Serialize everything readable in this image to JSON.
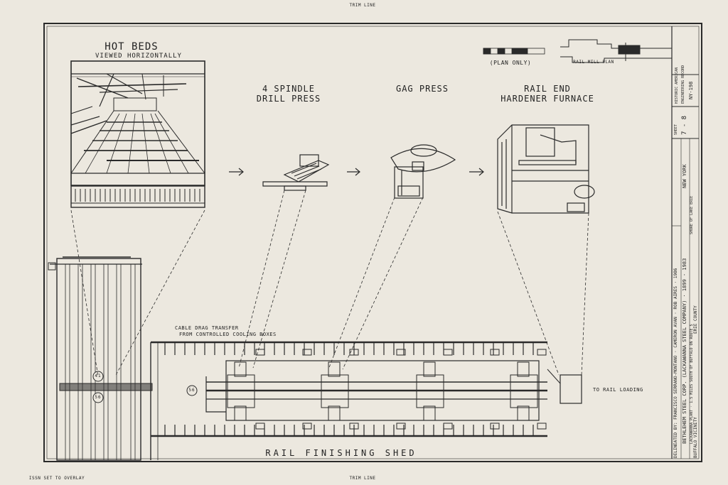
{
  "header": {
    "trim_line": "TRIM LINE"
  },
  "footer": {
    "trim_line": "TRIM LINE",
    "left_note": "ISSN SET TO OVERLAY"
  },
  "labels": {
    "hot_beds": "HOT BEDS",
    "hot_beds_sub": "VIEWED HORIZONTALLY",
    "spindle_line1": "4 SPINDLE",
    "spindle_line2": "DRILL PRESS",
    "gag_press": "GAG PRESS",
    "furnace_line1": "RAIL END",
    "furnace_line2": "HARDENER FURNACE",
    "plan_only": "(PLAN ONLY)",
    "rail_mill_plan": "RAIL MILL PLAN",
    "cable_drag_line1": "CABLE DRAG TRANSFER",
    "cable_drag_line2": "FROM CONTROLLED COOLING BOXES",
    "to_rail_loading": "TO RAIL LOADING",
    "shed": "RAIL FINISHING SHED",
    "marker_41": "41",
    "marker_56a": "56",
    "marker_56b": "56"
  },
  "title_block": {
    "main_title": "BETHLEHEM STEEL CORP. (LACKAWANNA STEEL COMPANY) · 1899 - 1983",
    "subtitle": "LACKAWANNA PLANT · 1.5 MILES SOUTH OF BUFFALO ON ROUTE 5",
    "location_sub": "SHORE OF LAKE ERIE",
    "county": "ERIE COUNTY",
    "state": "NEW YORK",
    "vicinity": "BUFFALO VICINITY",
    "delineators": "DELINEATED BY: FRANCISCO SERRANO-MONTANO · CAMERON AVAN · ROB AIRES · 1986",
    "sheet_label": "SHEET",
    "sheet_number": "7 - 8",
    "survey_line1": "HISTORIC AMERICAN",
    "survey_line2": "ENGINEERING RECORD",
    "record_number": "NY-198"
  },
  "colors": {
    "paper": "#ece8df",
    "ink": "#2a2a2a"
  }
}
